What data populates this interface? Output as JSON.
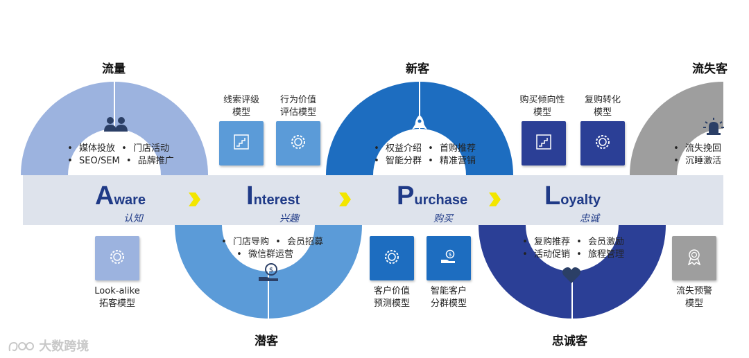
{
  "colors": {
    "aware": "#9cb3df",
    "interest": "#5b9bd8",
    "purchase": "#1d6dc0",
    "loyalty": "#2b3f96",
    "lost": "#9e9e9e",
    "band": "#dbe1ea",
    "text_blue": "#1f3a87",
    "chevron": "#f3e600"
  },
  "stages_top": {
    "traffic": "流量",
    "new_customer": "新客",
    "lost_customer": "流失客"
  },
  "stages_bottom": {
    "potential": "潜客",
    "loyal": "忠诚客"
  },
  "phases": [
    {
      "initial": "A",
      "rest": "ware",
      "cn": "认知"
    },
    {
      "initial": "I",
      "rest": "nterest",
      "cn": "兴趣"
    },
    {
      "initial": "P",
      "rest": "urchase",
      "cn": "购买"
    },
    {
      "initial": "L",
      "rest": "oyalty",
      "cn": "忠诚"
    }
  ],
  "bullets": {
    "aware": [
      [
        "媒体投放",
        "门店活动"
      ],
      [
        "SEO/SEM",
        "品牌推广"
      ]
    ],
    "interest": [
      [
        "门店导购",
        "会员招募"
      ],
      [
        "微信群运营"
      ]
    ],
    "purchase": [
      [
        "权益介绍",
        "首购推荐"
      ],
      [
        "智能分群",
        "精准营销"
      ]
    ],
    "loyalty": [
      [
        "复购推荐",
        "会员激励"
      ],
      [
        "活动促销",
        "旅程管理"
      ]
    ],
    "lost": [
      [
        "流失挽回"
      ],
      [
        "沉睡激活"
      ]
    ]
  },
  "models": {
    "lead_scoring": [
      "线索评级",
      "模型"
    ],
    "behavior_value": [
      "行为价值",
      "评估模型"
    ],
    "lookalike": [
      "Look-alike",
      "拓客模型"
    ],
    "customer_value": [
      "客户价值",
      "预测模型"
    ],
    "smart_segment": [
      "智能客户",
      "分群模型"
    ],
    "repurchase_tendency": [
      "购买倾向性",
      "模型"
    ],
    "repurchase_conversion": [
      "复购转化",
      "模型"
    ],
    "churn_warning": [
      "流失预警",
      "模型"
    ]
  },
  "icons": {
    "aware": "people-icon",
    "interest": "money-hand-icon",
    "purchase": "rocket-icon",
    "loyalty": "heart-icon",
    "lost": "alarm-light-icon"
  },
  "watermark": "大数跨境"
}
